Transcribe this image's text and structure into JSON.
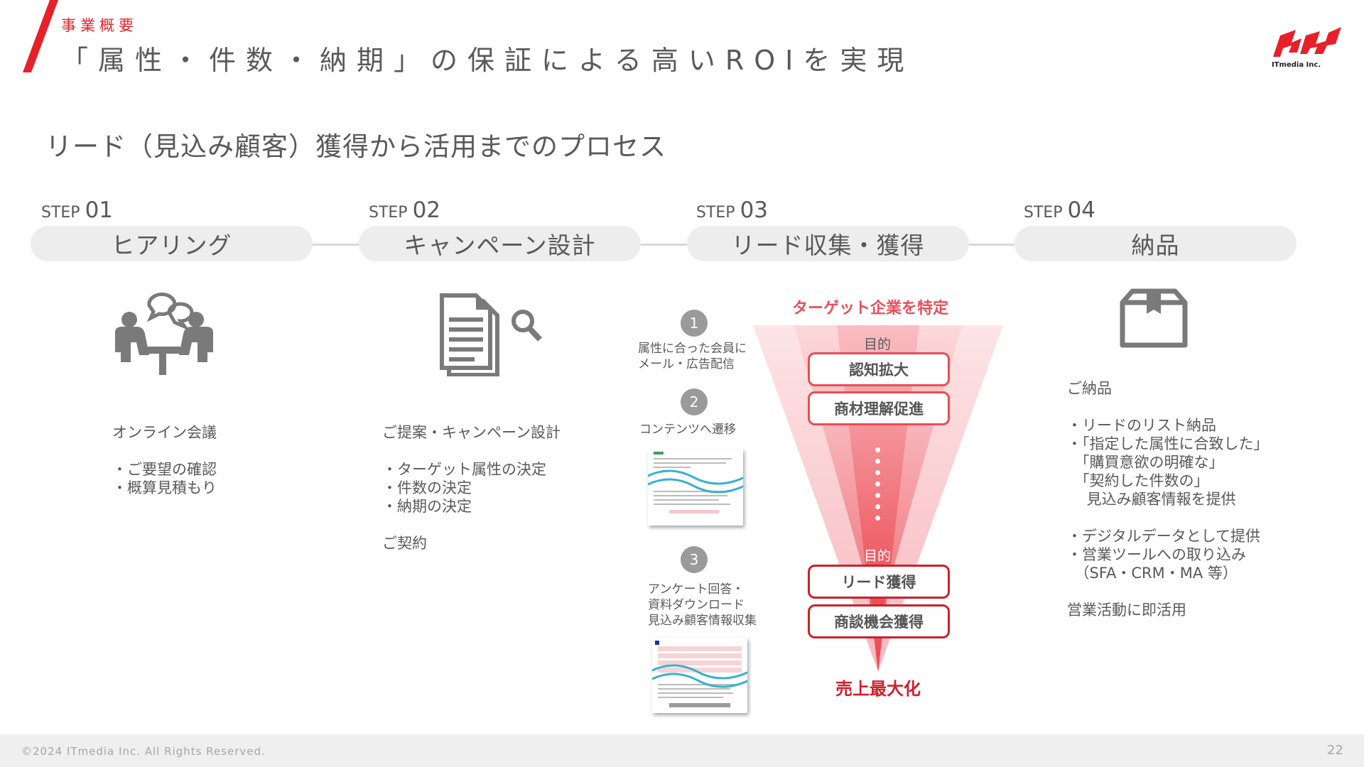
{
  "header": {
    "section": "事業概要",
    "title": "「属性・件数・納期」の保証による高いROIを実現",
    "logo_text": "ITmedia Inc."
  },
  "subtitle": "リード（見込み顧客）獲得から活用までのプロセス",
  "steps": [
    {
      "prefix": "STEP",
      "number": "01",
      "title": "ヒアリング",
      "lines": [
        "オンライン会議",
        "",
        "・ご要望の確認",
        "・概算見積もり"
      ]
    },
    {
      "prefix": "STEP",
      "number": "02",
      "title": "キャンペーン設計",
      "lines": [
        "ご提案・キャンペーン設計",
        "",
        "・ターゲット属性の決定",
        "・件数の決定",
        "・納期の決定",
        "",
        "ご契約"
      ]
    },
    {
      "prefix": "STEP",
      "number": "03",
      "title": "リード収集・獲得"
    },
    {
      "prefix": "STEP",
      "number": "04",
      "title": "納品",
      "lines": [
        "ご納品",
        "",
        "・リードのリスト納品",
        "・「指定した属性に合致した」",
        "　「購買意欲の明確な」",
        "　「契約した件数の」",
        "　 見込み顧客情報を提供",
        "",
        "・デジタルデータとして提供",
        "・営業ツールへの取り込み",
        "　（SFA・CRM・MA 等）",
        "",
        "営業活動に即活用"
      ]
    }
  ],
  "step3": {
    "items": [
      {
        "number": "1",
        "lines": [
          "属性に合った会員に",
          "メール・広告配信"
        ]
      },
      {
        "number": "2",
        "lines": [
          "コンテンツへ遷移"
        ]
      },
      {
        "number": "3",
        "lines": [
          "アンケート回答・",
          "資料ダウンロード",
          "見込み顧客情報収集"
        ]
      }
    ],
    "funnel": {
      "heading": "ターゲット企業を特定",
      "purpose_top": "目的",
      "top_boxes": [
        "認知拡大",
        "商材理解促進"
      ],
      "purpose_bottom": "目的",
      "bottom_boxes": [
        "リード獲得",
        "商談機会獲得"
      ],
      "result": "売上最大化"
    }
  },
  "footer": {
    "copyright": "©2024 ITmedia Inc. All Rights Reserved.",
    "page": "22"
  },
  "colors": {
    "accent": "#e8202a",
    "text": "#595959",
    "pill": "#ededed",
    "funnel": "#f0606a"
  }
}
